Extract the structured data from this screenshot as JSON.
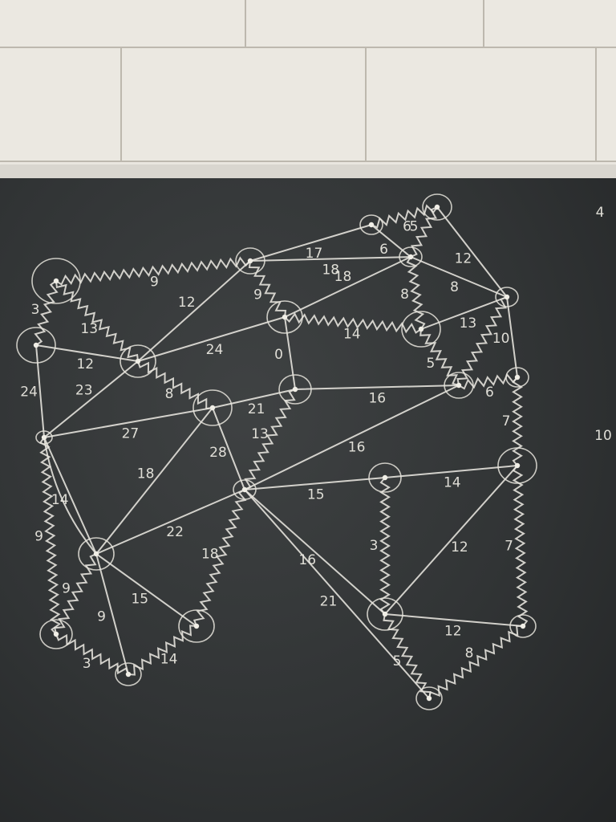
{
  "board": {
    "chalk_color": "#e8e6df",
    "board_color": "#313435",
    "wall_color": "#ebe8e1"
  },
  "nodes": [
    {
      "id": "A"
    },
    {
      "id": "B"
    },
    {
      "id": "C"
    },
    {
      "id": "D"
    },
    {
      "id": "E"
    },
    {
      "id": "F"
    },
    {
      "id": "G"
    },
    {
      "id": "H"
    },
    {
      "id": "I"
    },
    {
      "id": "J"
    },
    {
      "id": "K"
    },
    {
      "id": "L"
    },
    {
      "id": "M"
    },
    {
      "id": "N"
    },
    {
      "id": "O"
    },
    {
      "id": "P"
    },
    {
      "id": "Q"
    },
    {
      "id": "R"
    },
    {
      "id": "S"
    },
    {
      "id": "T"
    },
    {
      "id": "U"
    },
    {
      "id": "V"
    },
    {
      "id": "W"
    },
    {
      "id": "X"
    },
    {
      "id": "Y"
    },
    {
      "id": "Z"
    },
    {
      "id": "AA"
    }
  ],
  "edges": [
    {
      "from": "A",
      "to": "B",
      "weight": "3",
      "highlight": true
    },
    {
      "from": "A",
      "to": "D",
      "weight": "9",
      "highlight": true
    },
    {
      "from": "A",
      "to": "E",
      "weight": "13",
      "highlight": true
    },
    {
      "from": "B",
      "to": "E",
      "weight": "12",
      "highlight": false
    },
    {
      "from": "B",
      "to": "F",
      "weight": "24",
      "highlight": false
    },
    {
      "from": "D",
      "to": "I",
      "weight": "17",
      "highlight": false
    },
    {
      "from": "D",
      "to": "K",
      "weight": "18",
      "highlight": false
    },
    {
      "from": "D",
      "to": "H",
      "weight": "9",
      "highlight": true
    },
    {
      "from": "D",
      "to": "E",
      "weight": "12",
      "highlight": false
    },
    {
      "from": "I",
      "to": "J",
      "weight": "6",
      "highlight": true
    },
    {
      "from": "I",
      "to": "K",
      "weight": "6",
      "highlight": false
    },
    {
      "from": "J",
      "to": "K",
      "weight": "5",
      "highlight": true
    },
    {
      "from": "J",
      "to": "L",
      "weight": "12",
      "highlight": false
    },
    {
      "from": "K",
      "to": "L",
      "weight": "8",
      "highlight": false
    },
    {
      "from": "K",
      "to": "M",
      "weight": "8",
      "highlight": true
    },
    {
      "from": "K",
      "to": "H",
      "weight": "18",
      "highlight": false
    },
    {
      "from": "E",
      "to": "H",
      "weight": "24",
      "highlight": false
    },
    {
      "from": "E",
      "to": "G",
      "weight": "8",
      "highlight": true
    },
    {
      "from": "E",
      "to": "F",
      "weight": "23",
      "highlight": false
    },
    {
      "from": "H",
      "to": "M",
      "weight": "14",
      "highlight": true
    },
    {
      "from": "H",
      "to": "O",
      "weight": "0",
      "highlight": false
    },
    {
      "from": "M",
      "to": "L",
      "weight": "13",
      "highlight": false
    },
    {
      "from": "M",
      "to": "P",
      "weight": "5",
      "highlight": true
    },
    {
      "from": "L",
      "to": "P",
      "weight": "",
      "highlight": true
    },
    {
      "from": "L",
      "to": "Q",
      "weight": "10",
      "highlight": false
    },
    {
      "from": "P",
      "to": "Q",
      "weight": "6",
      "highlight": true
    },
    {
      "from": "F",
      "to": "G",
      "weight": "27",
      "highlight": false
    },
    {
      "from": "G",
      "to": "O",
      "weight": "21",
      "highlight": false
    },
    {
      "from": "O",
      "to": "P",
      "weight": "16",
      "highlight": false
    },
    {
      "from": "O",
      "to": "T",
      "weight": "13",
      "highlight": true
    },
    {
      "from": "T",
      "to": "P",
      "weight": "16",
      "highlight": false
    },
    {
      "from": "Q",
      "to": "S",
      "weight": "7",
      "highlight": true
    },
    {
      "from": "F",
      "to": "V",
      "weight": "9",
      "highlight": true
    },
    {
      "from": "F",
      "to": "U",
      "weight": "14",
      "highlight": false
    },
    {
      "from": "F",
      "to": "U",
      "weight": "",
      "highlight": false
    },
    {
      "from": "G",
      "to": "U",
      "weight": "18",
      "highlight": false
    },
    {
      "from": "G",
      "to": "T",
      "weight": "28",
      "highlight": false
    },
    {
      "from": "U",
      "to": "T",
      "weight": "22",
      "highlight": false
    },
    {
      "from": "U",
      "to": "V",
      "weight": "9",
      "highlight": true
    },
    {
      "from": "U",
      "to": "W",
      "weight": "9",
      "highlight": false
    },
    {
      "from": "U",
      "to": "X",
      "weight": "15",
      "highlight": false
    },
    {
      "from": "V",
      "to": "W",
      "weight": "3",
      "highlight": true
    },
    {
      "from": "W",
      "to": "X",
      "weight": "14",
      "highlight": true
    },
    {
      "from": "T",
      "to": "X",
      "weight": "18",
      "highlight": true
    },
    {
      "from": "T",
      "to": "R",
      "weight": "15",
      "highlight": false
    },
    {
      "from": "R",
      "to": "S",
      "weight": "14",
      "highlight": false
    },
    {
      "from": "R",
      "to": "Y",
      "weight": "3",
      "highlight": true
    },
    {
      "from": "T",
      "to": "Y",
      "weight": "16",
      "highlight": false
    },
    {
      "from": "T",
      "to": "AA",
      "weight": "21",
      "highlight": false
    },
    {
      "from": "Y",
      "to": "S",
      "weight": "12",
      "highlight": false
    },
    {
      "from": "Y",
      "to": "Z",
      "weight": "12",
      "highlight": false
    },
    {
      "from": "S",
      "to": "Z",
      "weight": "7",
      "highlight": true
    },
    {
      "from": "Y",
      "to": "AA",
      "weight": "5",
      "highlight": true
    },
    {
      "from": "Z",
      "to": "AA",
      "weight": "8",
      "highlight": true
    }
  ],
  "stray_marks": [
    "4",
    "10"
  ]
}
